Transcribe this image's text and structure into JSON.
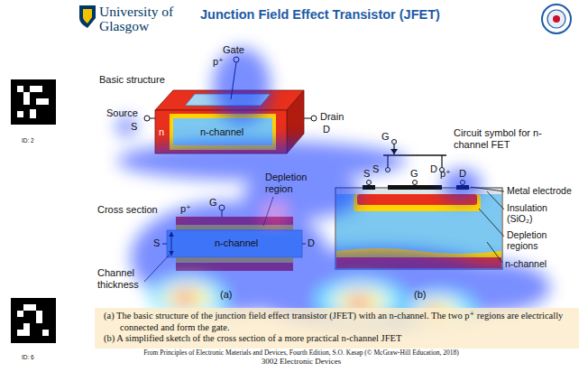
{
  "diagram": {
    "title": "Junction Field Effect Transistor (JFET)",
    "nodes": [
      {
        "text": [
          "(a) The basic structure of the junction field effect transistor (JFET) with an n-channel. The two p⁺ regions are electrically connected and form the gate.",
          "(b) A simplified sketch of the cross section of a more practical n-channel JFET"
        ]
      }
    ],
    "labels": [
      "University of Glasgow",
      "Basic structure",
      "Gate",
      "p⁺",
      "Source",
      "S",
      "n",
      "n-channel",
      "Drain",
      "D",
      "G",
      "S",
      "D",
      "Circuit symbol for n-channel FET",
      "ID: 2",
      "Depletion region",
      "Cross section",
      "p⁺",
      "G",
      "S",
      "n-channel",
      "D",
      "Channel thickness",
      "(a)",
      "S",
      "G",
      "D",
      "p⁺",
      "Metal electrode",
      "Insulation (SiO₂)",
      "Depletion regions",
      "n-channel",
      "(b)",
      "ID: 6",
      "From Principles of Electronic Materials and Devices, Fourth Edition, S.O. Kasap (© McGraw-Hill Education, 2018)",
      "3002 Electronic Devices"
    ]
  }
}
